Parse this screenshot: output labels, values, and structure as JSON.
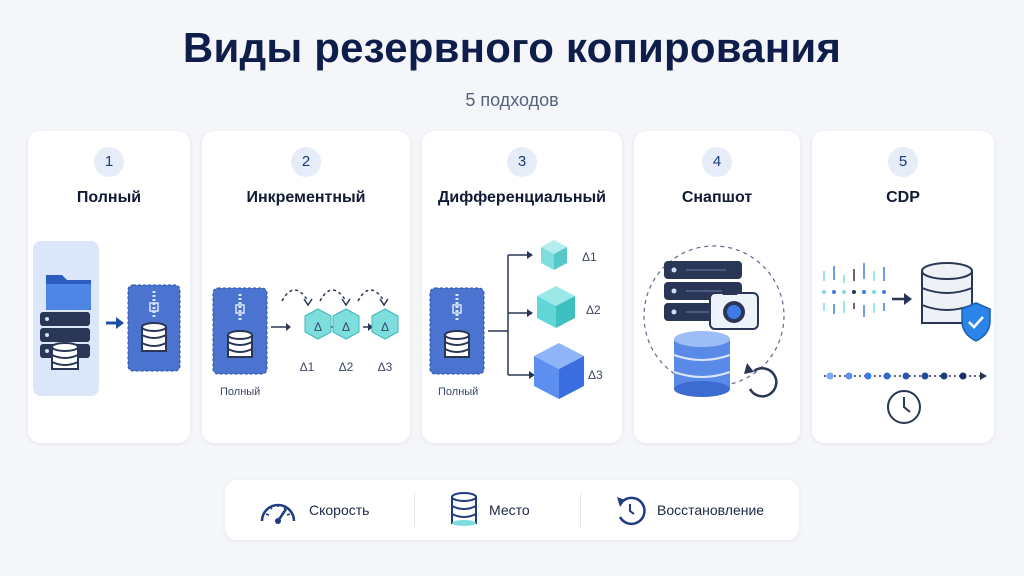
{
  "header": {
    "title": "Виды резервного копирования",
    "subtitle": "5 подходов"
  },
  "cards": [
    {
      "number": "1",
      "name": "Полный"
    },
    {
      "number": "2",
      "name": "Инкрементный",
      "base_label": "Полный",
      "deltas": [
        "Δ1",
        "Δ2",
        "Δ3"
      ]
    },
    {
      "number": "3",
      "name": "Дифференциальный",
      "base_label": "Полный",
      "deltas": [
        "Δ1",
        "Δ2",
        "Δ3"
      ]
    },
    {
      "number": "4",
      "name": "Снапшот"
    },
    {
      "number": "5",
      "name": "CDP"
    }
  ],
  "legend": [
    {
      "label": "Скорость",
      "icon": "speedometer-icon"
    },
    {
      "label": "Место",
      "icon": "database-icon"
    },
    {
      "label": "Восстановление",
      "icon": "restore-icon"
    }
  ],
  "colors": {
    "title": "#0f1d4a",
    "accent": "#1f4fa3",
    "archive_blue": "#4a74cf",
    "teal_cube": "#6fd8d8",
    "blue_cube": "#3f7be6",
    "shield": "#2b84e8"
  }
}
